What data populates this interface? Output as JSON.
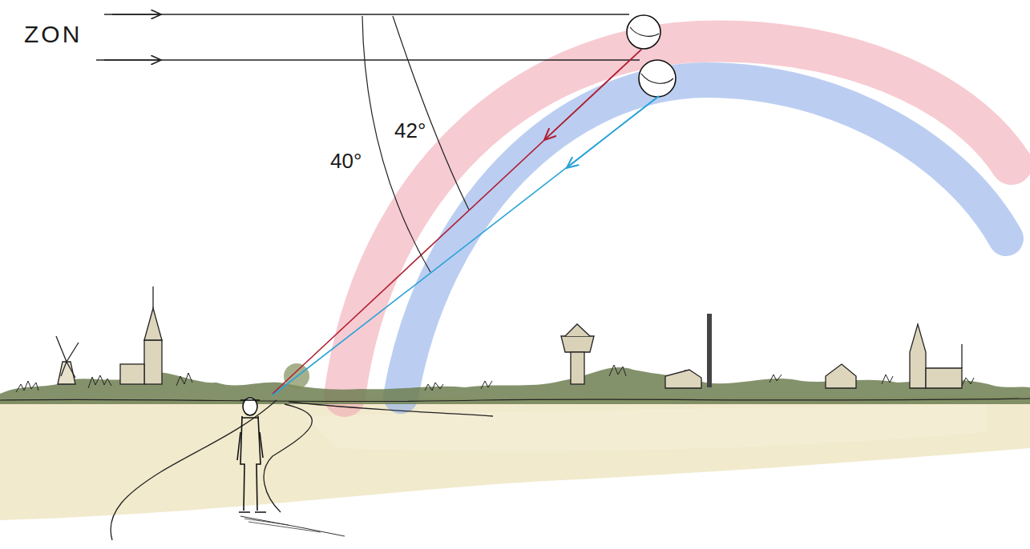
{
  "diagram": {
    "labels": [
      "ZON",
      "40°",
      "42°"
    ]
  }
}
